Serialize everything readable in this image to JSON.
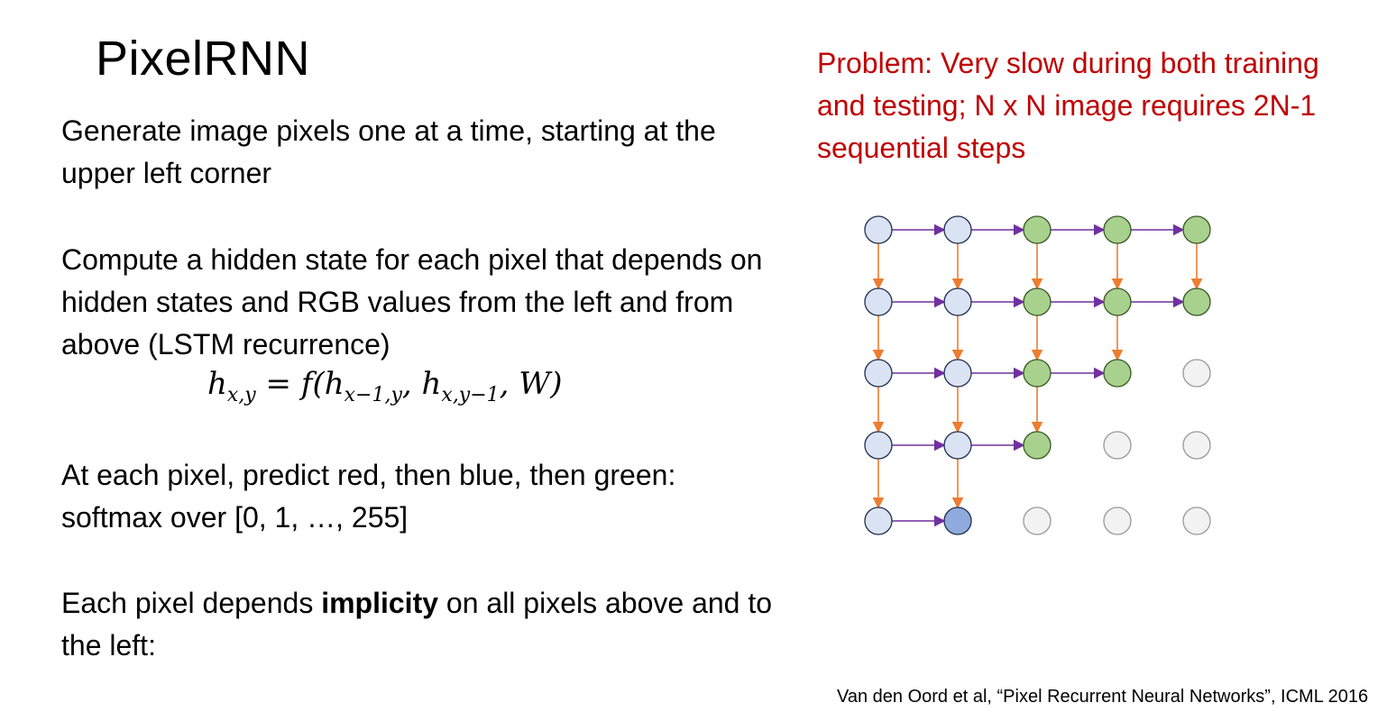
{
  "title": "PixelRNN",
  "paragraphs": {
    "p1": "Generate image pixels one at a time, starting at the upper left corner",
    "p2": "Compute a hidden state for each pixel that depends on hidden states and RGB values from the left and from above (LSTM recurrence)",
    "p3": "At each pixel, predict red, then blue, then green: softmax over [0, 1, …, 255]",
    "p4_pre": "Each pixel depends ",
    "p4_bold": "implicity",
    "p4_post": " on all pixels above and to the left:"
  },
  "equation": {
    "h": "h",
    "sub_lhs": "x,y",
    "eq": " = f(",
    "h1": "h",
    "sub1": "x−1,y",
    "comma": ", ",
    "h2": "h",
    "sub2": "x,y−1",
    "tail": ", W)"
  },
  "problem": "Problem: Very slow during both training and testing; N x N image requires 2N-1 sequential steps",
  "citation": "Van den Oord et al, “Pixel Recurrent Neural Networks”, ICML 2016",
  "grid": {
    "states": [
      [
        "past",
        "past",
        "active",
        "active",
        "active"
      ],
      [
        "past",
        "past",
        "active",
        "active",
        "active"
      ],
      [
        "past",
        "past",
        "active",
        "active",
        "empty"
      ],
      [
        "past",
        "past",
        "active",
        "empty",
        "empty"
      ],
      [
        "past",
        "current",
        "empty",
        "empty",
        "empty"
      ]
    ],
    "colors": {
      "past": "#dae3f3",
      "active": "#a9d18e",
      "empty": "#f2f2f2",
      "current": "#8faadc",
      "h_arrow": "#7030a0",
      "v_arrow": "#ed7d31"
    }
  }
}
